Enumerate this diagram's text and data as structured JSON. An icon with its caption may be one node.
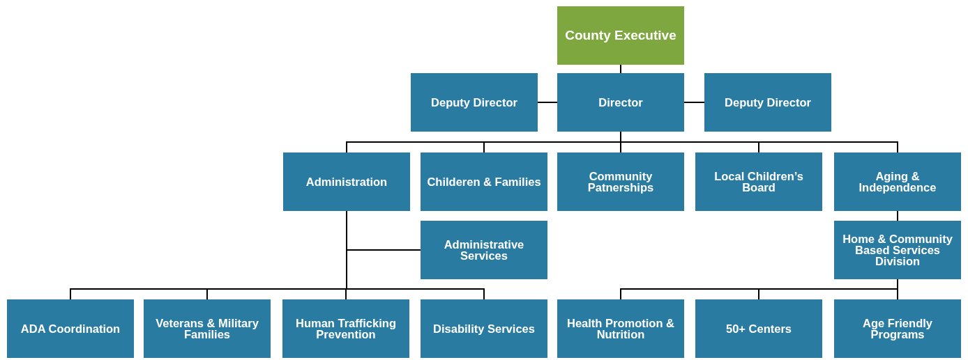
{
  "diagram": {
    "nodes": [
      {
        "text": [
          "County Executive"
        ]
      },
      {
        "text": [
          "Deputy Director"
        ]
      },
      {
        "text": [
          "Director"
        ]
      },
      {
        "text": [
          "Deputy Director"
        ]
      },
      {
        "text": [
          "Administration"
        ]
      },
      {
        "text": [
          "Childeren & Families"
        ]
      },
      {
        "text": [
          "Community Patnerships"
        ]
      },
      {
        "text": [
          "Local Children’s Board"
        ]
      },
      {
        "text": [
          "Aging & Independence"
        ]
      },
      {
        "text": [
          "Administrative Services"
        ]
      },
      {
        "text": [
          "Home & Community Based Services Division"
        ]
      },
      {
        "text": [
          "ADA Coordination"
        ]
      },
      {
        "text": [
          "Veterans & Military Families"
        ]
      },
      {
        "text": [
          "Human Trafficking Prevention"
        ]
      },
      {
        "text": [
          "Disability Services"
        ]
      },
      {
        "text": [
          "Health Promotion & Nutrition"
        ]
      },
      {
        "text": [
          "50+ Centers"
        ]
      },
      {
        "text": [
          "Age Friendly Programs"
        ]
      }
    ],
    "edges": [
      {
        "from": 0,
        "to": 2,
        "arrow": "none"
      },
      {
        "from": 2,
        "to": 1,
        "arrow": "none"
      },
      {
        "from": 2,
        "to": 3,
        "arrow": "none"
      },
      {
        "from": 2,
        "to": 4,
        "arrow": "none"
      },
      {
        "from": 2,
        "to": 5,
        "arrow": "none"
      },
      {
        "from": 2,
        "to": 6,
        "arrow": "none"
      },
      {
        "from": 2,
        "to": 7,
        "arrow": "none"
      },
      {
        "from": 2,
        "to": 8,
        "arrow": "none"
      },
      {
        "from": 4,
        "to": 9,
        "arrow": "none"
      },
      {
        "from": 4,
        "to": 11,
        "arrow": "none"
      },
      {
        "from": 4,
        "to": 12,
        "arrow": "none"
      },
      {
        "from": 4,
        "to": 13,
        "arrow": "none"
      },
      {
        "from": 4,
        "to": 14,
        "arrow": "none"
      },
      {
        "from": 8,
        "to": 10,
        "arrow": "none"
      },
      {
        "from": 10,
        "to": 15,
        "arrow": "none"
      },
      {
        "from": 10,
        "to": 16,
        "arrow": "none"
      },
      {
        "from": 10,
        "to": 17,
        "arrow": "none"
      }
    ]
  }
}
